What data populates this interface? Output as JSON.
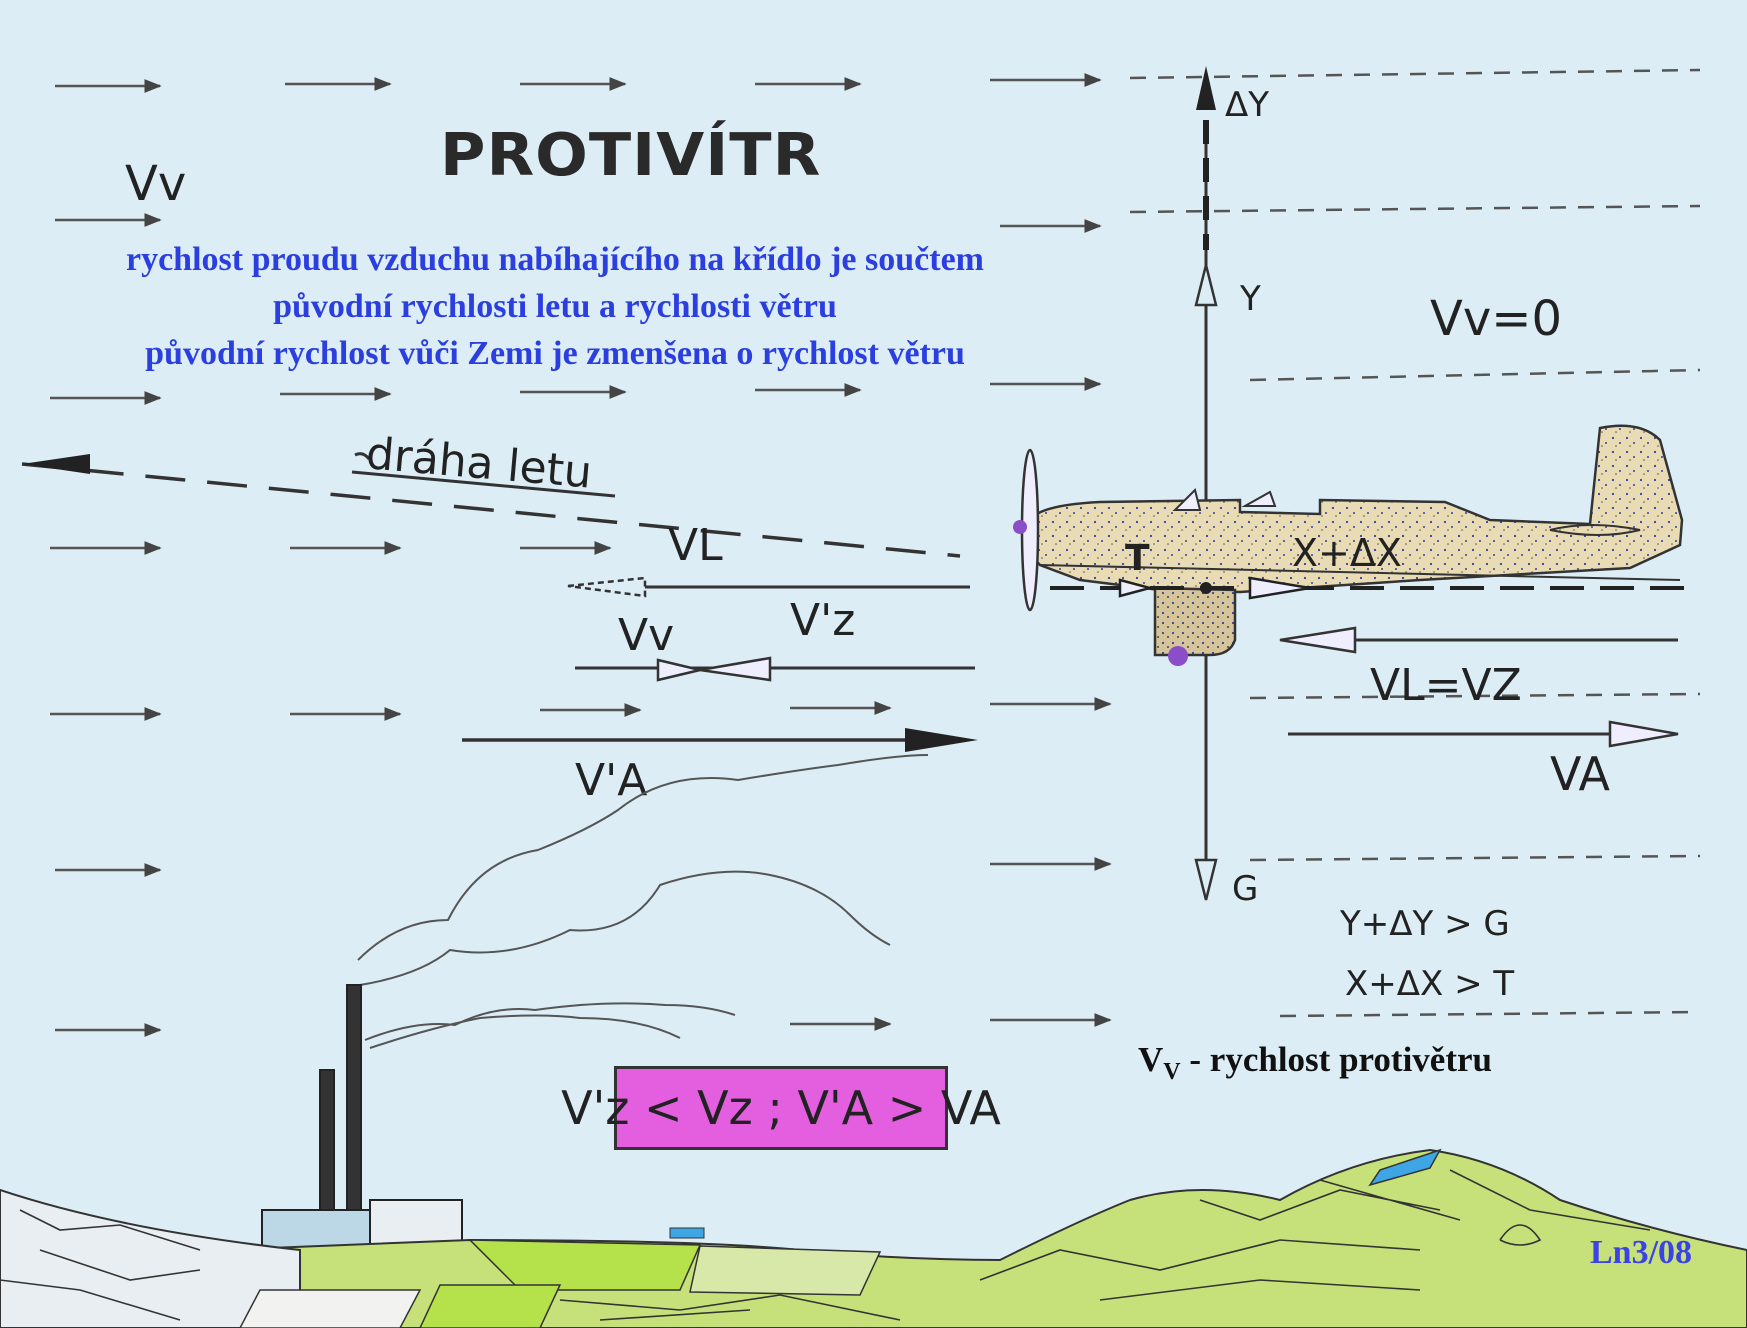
{
  "title": "PROTIVÍTR",
  "description": {
    "line1": "rychlost proudu vzduchu nabíhajícího na křídlo je součtem",
    "line2": "původní rychlosti letu a rychlosti větru",
    "line3": "původní rychlost vůči Zemi je zmenšena o rychlost větru"
  },
  "labels": {
    "wind_speed_left": "Vv",
    "flight_path": "dráha letu",
    "vl": "VL",
    "vv": "Vv",
    "vz_prime": "V'z",
    "va_prime": "V'A",
    "delta_y": "ΔY",
    "y": "Y",
    "g": "G",
    "t": "T",
    "x_delta_x": "X+ΔX",
    "vv_zero": "Vv=0",
    "vl_equals_vz": "VL=VZ",
    "va": "VA",
    "ineq_1": "Y+ΔY > G",
    "ineq_2": "X+ΔX > T"
  },
  "comparison_box": "V'z < Vz ; V'A > VA",
  "legend": {
    "symbol_main": "V",
    "symbol_sub": "V",
    "text": " - rychlost protivětru"
  },
  "reference": "Ln3/08",
  "colors": {
    "sky": "#dcedf5",
    "blue_text": "#2b3fe0",
    "magenta_box": "#e45fe0",
    "plane_body": "#e9dcb4",
    "ground_green": "#c6e07a"
  }
}
